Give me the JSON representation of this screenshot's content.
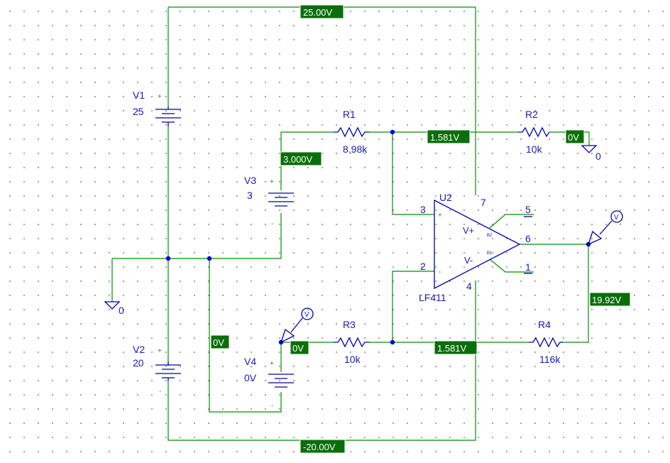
{
  "components": {
    "V1": {
      "ref": "V1",
      "value": "25",
      "plus": "+",
      "minus": "-"
    },
    "V2": {
      "ref": "V2",
      "value": "20",
      "plus": "+",
      "minus": "-"
    },
    "V3": {
      "ref": "V3",
      "value": "3",
      "plus": "+",
      "minus": "-"
    },
    "V4": {
      "ref": "V4",
      "value": "0V",
      "plus": "+",
      "minus": "-"
    },
    "R1": {
      "ref": "R1",
      "value": "8.98k"
    },
    "R2": {
      "ref": "R2",
      "value": "10k"
    },
    "R3": {
      "ref": "R3",
      "value": "10k"
    },
    "R4": {
      "ref": "R4",
      "value": "116k"
    },
    "U2": {
      "ref": "U2",
      "part": "LF411",
      "pin_noninv": "3",
      "pin_inv": "2",
      "pin_vpos": "7",
      "pin_vneg": "4",
      "pin_out": "6",
      "pin_b2": "5",
      "pin_b1": "1",
      "in_plus": "+",
      "in_minus": "-",
      "label_vpos": "V+",
      "label_vneg": "V-",
      "label_b2": "B2",
      "label_b1": "B1"
    }
  },
  "grounds": {
    "left": "0",
    "right": "0"
  },
  "probes": {
    "v4": "V",
    "output": "V"
  },
  "voltage_tags": {
    "vpos_rail": "25.00V",
    "vneg_rail": "-20.00V",
    "v3_node": "3.000V",
    "noninv_node": "1.581V",
    "r2_end": "0V",
    "output": "19.92V",
    "v4_minus": "0V",
    "v4_plus": "0V",
    "inv_node": "1.581V"
  },
  "colors": {
    "wire": "#009000",
    "symbol": "#0000a8",
    "tag": "#0a6e0a",
    "junction": "#0000d8"
  }
}
